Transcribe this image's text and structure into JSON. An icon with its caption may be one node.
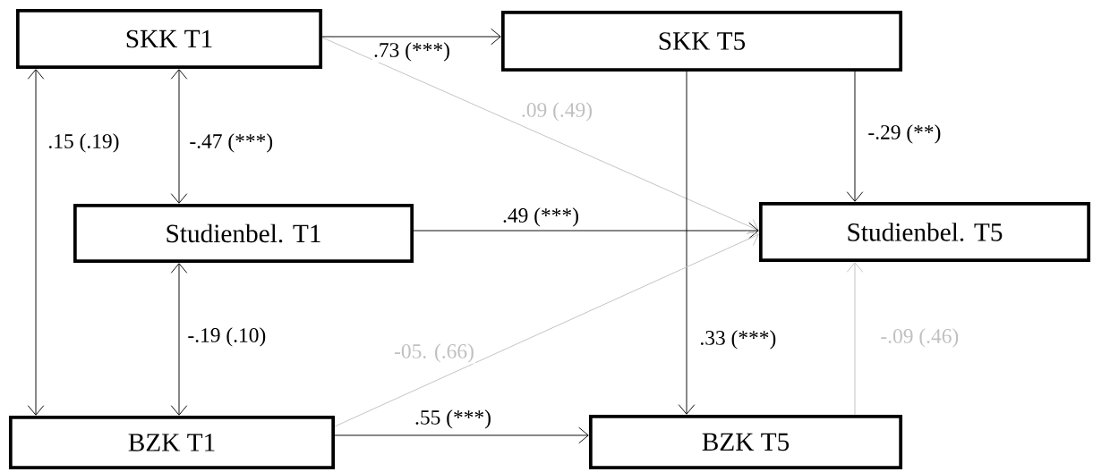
{
  "diagram": {
    "nodes": [
      {
        "text": [
          "SKK T1"
        ]
      },
      {
        "text": [
          "SKK T5"
        ]
      },
      {
        "text": [
          "Studienbel. T1"
        ]
      },
      {
        "text": [
          "Studienbel. T5"
        ]
      },
      {
        "text": [
          "BZK T1"
        ]
      },
      {
        "text": [
          "BZK T5"
        ]
      }
    ],
    "edges": [
      {
        "from": 0,
        "to": 1,
        "arrow": "to",
        "label": ".73 (***)"
      },
      {
        "from": 0,
        "to": 3,
        "arrow": "to",
        "label": ".09 (.49)",
        "color": "#c0c0c0"
      },
      {
        "from": 1,
        "to": 3,
        "arrow": "to",
        "label": "-.29 (**)"
      },
      {
        "from": 1,
        "to": 5,
        "arrow": "to",
        "label": ".33 (***)"
      },
      {
        "from": 0,
        "to": 4,
        "arrow": "both",
        "label": ".15 (.19)"
      },
      {
        "from": 0,
        "to": 2,
        "arrow": "both",
        "label": "-.47 (***)"
      },
      {
        "from": 2,
        "to": 3,
        "arrow": "to",
        "label": ".49 (***)"
      },
      {
        "from": 2,
        "to": 4,
        "arrow": "both",
        "label": "-.19 (.10)"
      },
      {
        "from": 4,
        "to": 3,
        "arrow": "to",
        "label": "-05. (.66)",
        "color": "#c0c0c0"
      },
      {
        "from": 4,
        "to": 5,
        "arrow": "to",
        "label": ".55 (***)"
      },
      {
        "from": 5,
        "to": 3,
        "arrow": "to",
        "label": "-.09 (.46)",
        "color": "#c0c0c0"
      }
    ]
  }
}
